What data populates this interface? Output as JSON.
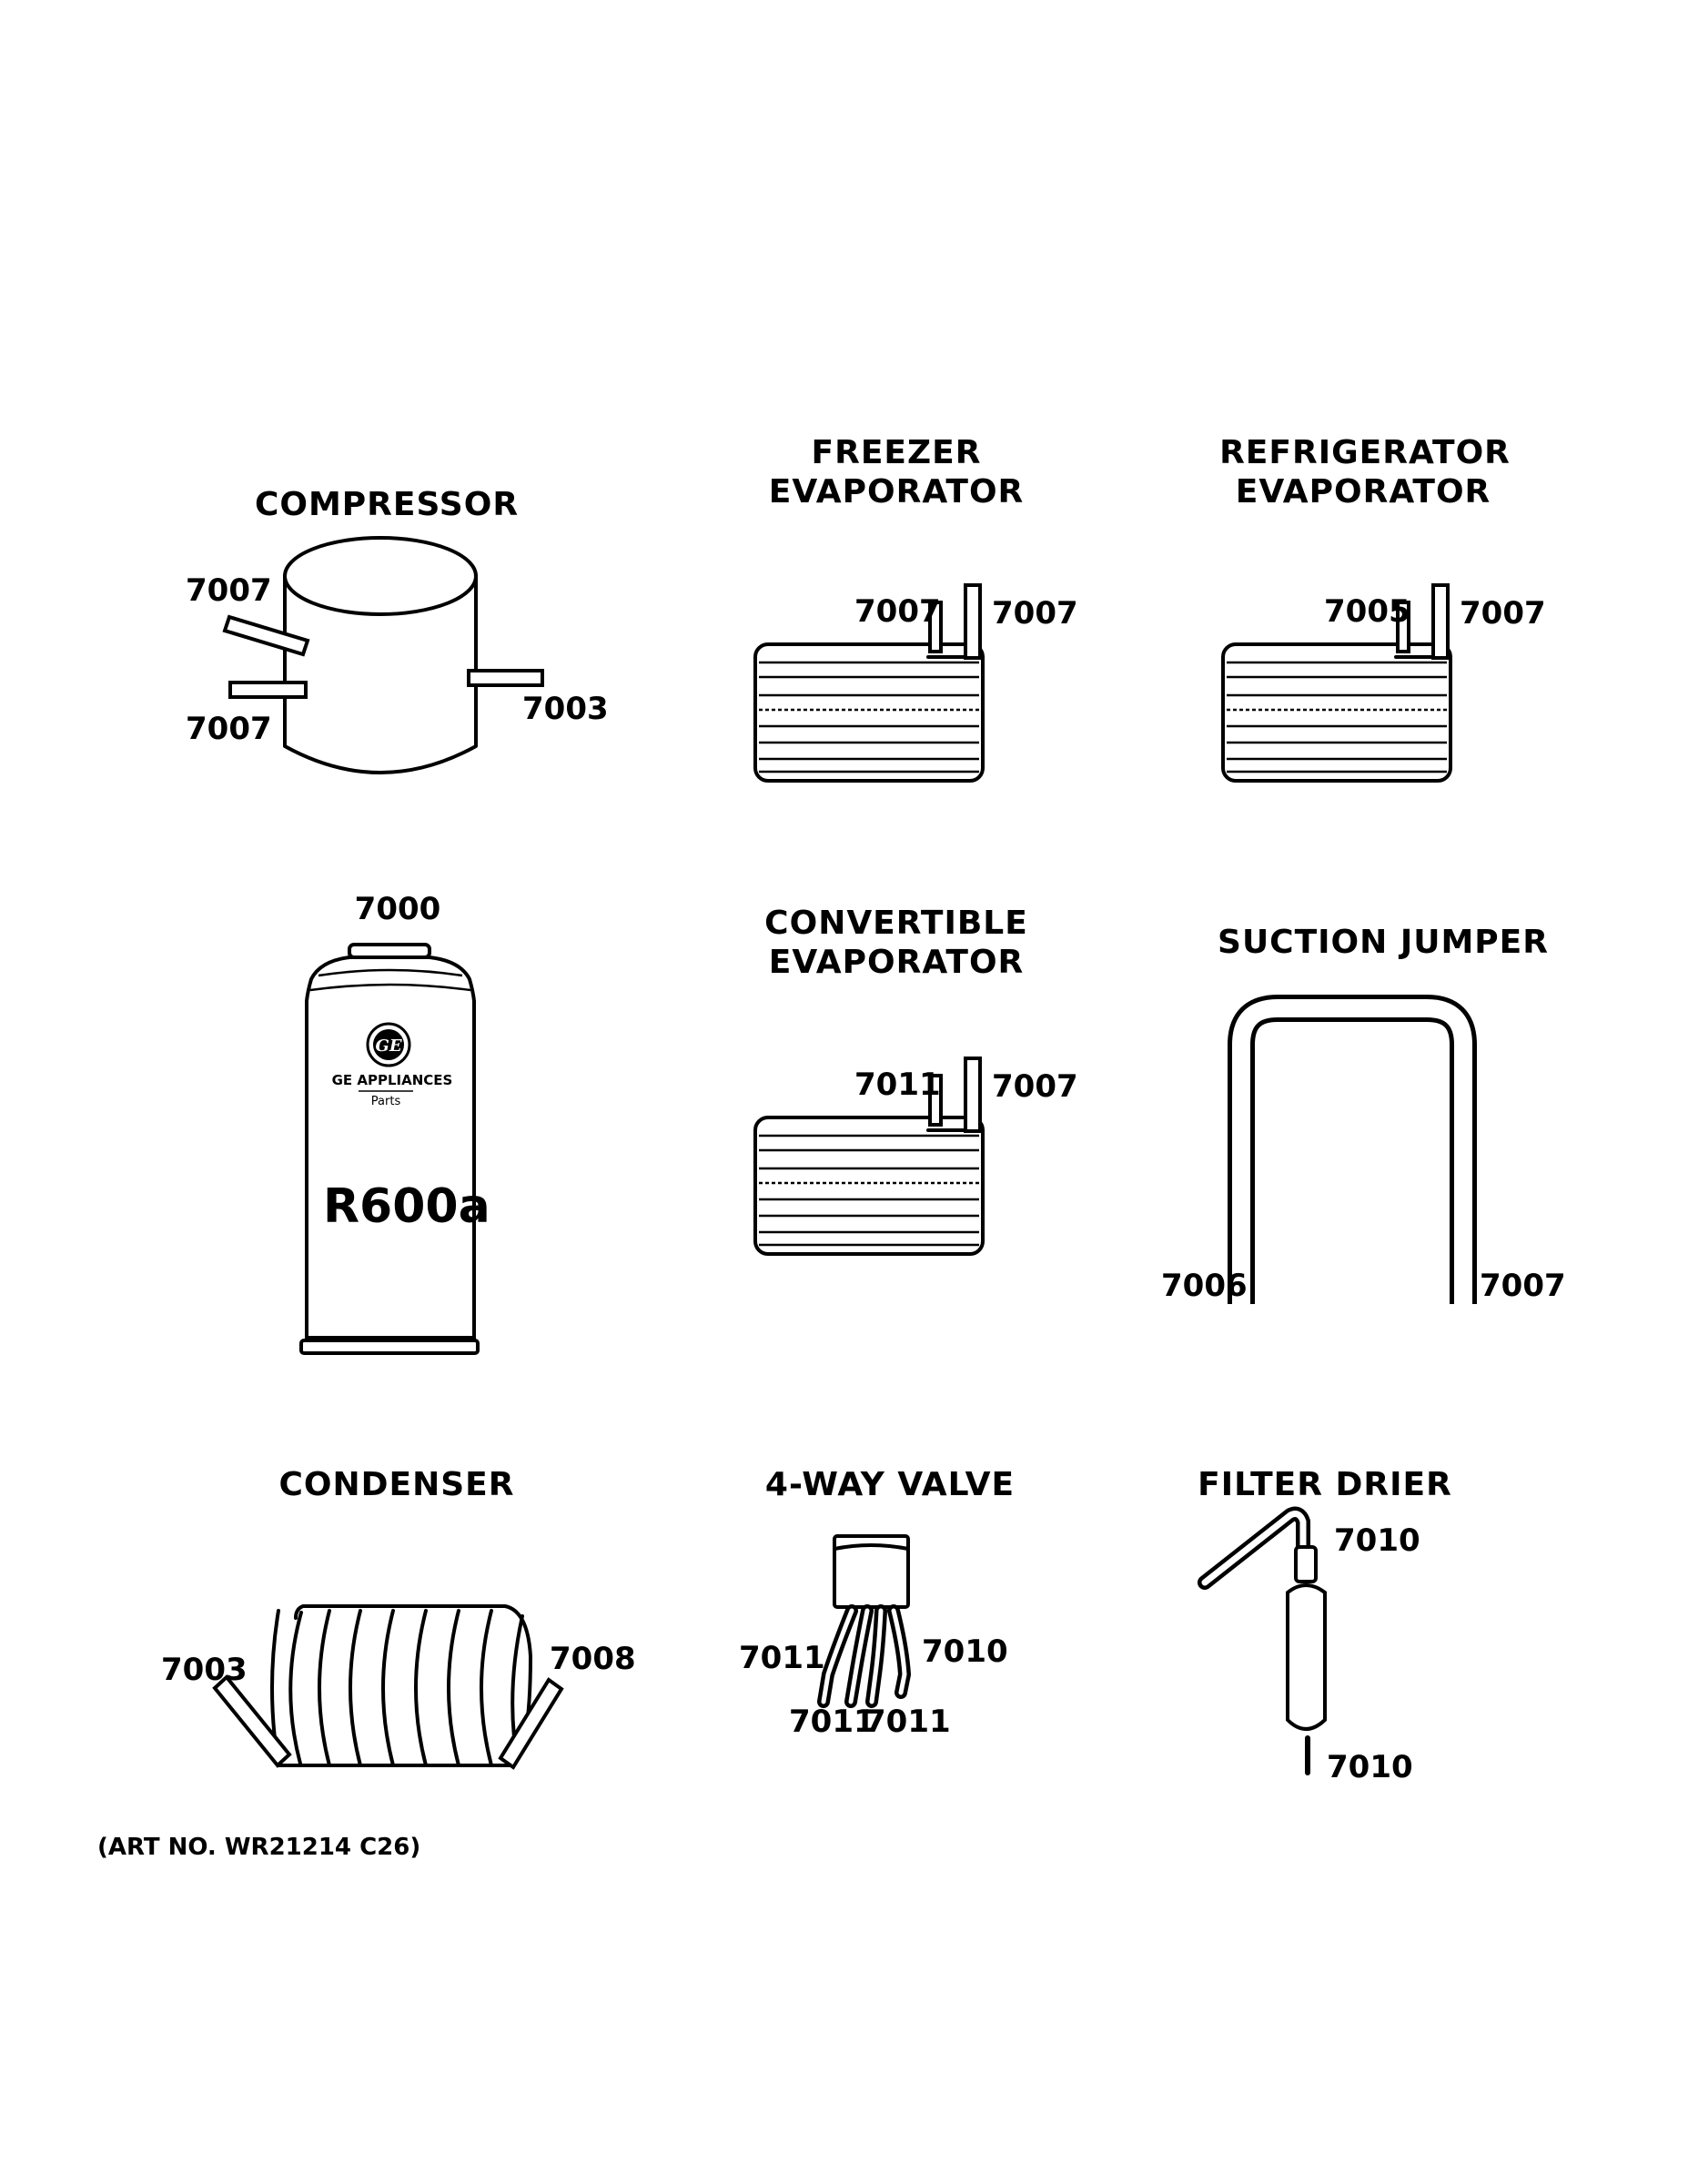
{
  "parts": {
    "compressor": {
      "title": "COMPRESSOR",
      "labels": [
        "7007",
        "7007",
        "7003"
      ]
    },
    "freezer_evaporator": {
      "title_line1": "FREEZER",
      "title_line2": "EVAPORATOR",
      "labels": [
        "7007",
        "7007"
      ]
    },
    "refrigerator_evaporator": {
      "title_line1": "REFRIGERATOR",
      "title_line2": "EVAPORATOR",
      "labels": [
        "7005",
        "7007"
      ]
    },
    "refrigerant_can": {
      "label": "7000",
      "brand": "GE APPLIANCES",
      "sub": "Parts",
      "logo": "GE",
      "gas": "R600a"
    },
    "convertible_evaporator": {
      "title_line1": "CONVERTIBLE",
      "title_line2": "EVAPORATOR",
      "labels": [
        "7011",
        "7007"
      ]
    },
    "suction_jumper": {
      "title": "SUCTION JUMPER",
      "labels": [
        "7006",
        "7007"
      ]
    },
    "condenser": {
      "title": "CONDENSER",
      "labels": [
        "7003",
        "7008"
      ]
    },
    "four_way_valve": {
      "title": "4-WAY VALVE",
      "labels": [
        "7011",
        "7010",
        "7011",
        "7011"
      ]
    },
    "filter_drier": {
      "title": "FILTER DRIER",
      "labels": [
        "7010",
        "7010"
      ]
    }
  },
  "art_number": "(ART NO. WR21214 C26)"
}
